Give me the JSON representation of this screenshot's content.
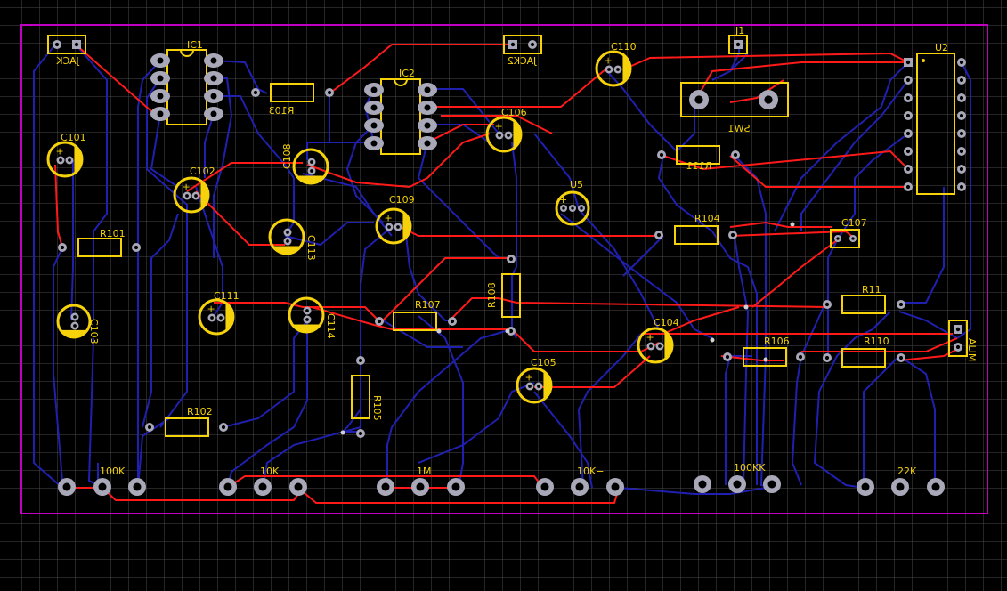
{
  "colors": {
    "background": "#000000",
    "grid": "#4a4a4a",
    "board_outline": "#c000c0",
    "top_copper": "#ff1a1a",
    "bottom_copper": "#2020b0",
    "silkscreen": "#f5d20a",
    "pad": "#a8a8b8",
    "pad_hole": "#000000"
  },
  "labels": {
    "ic1": "IC1",
    "ic2": "IC2",
    "u2": "U2",
    "u5": "U5",
    "j1": "J1",
    "jack": "JACK",
    "jack2": "JACK2",
    "sw1": "SW1",
    "alim": "ALIM",
    "c101": "C101",
    "c102": "C102",
    "c103": "C103",
    "c104": "C104",
    "c105": "C105",
    "c106": "C106",
    "c107": "C107",
    "c108": "C108",
    "c109": "C109",
    "c110": "C110",
    "c111": "C111",
    "c113": "C113",
    "c114": "C114",
    "r11": "R11",
    "r101": "R101",
    "r102": "R102",
    "r103": "R103",
    "r104": "R104",
    "r105": "R105",
    "r106": "R106",
    "r107": "R107",
    "r108": "R108",
    "r110": "R110",
    "r111": "R111",
    "pot_100k": "100K",
    "pot_10k": "10K",
    "pot_1m": "1M",
    "pot_10k_minus": "10K−",
    "pot_100kk": "100KK",
    "pot_22k": "22K"
  }
}
